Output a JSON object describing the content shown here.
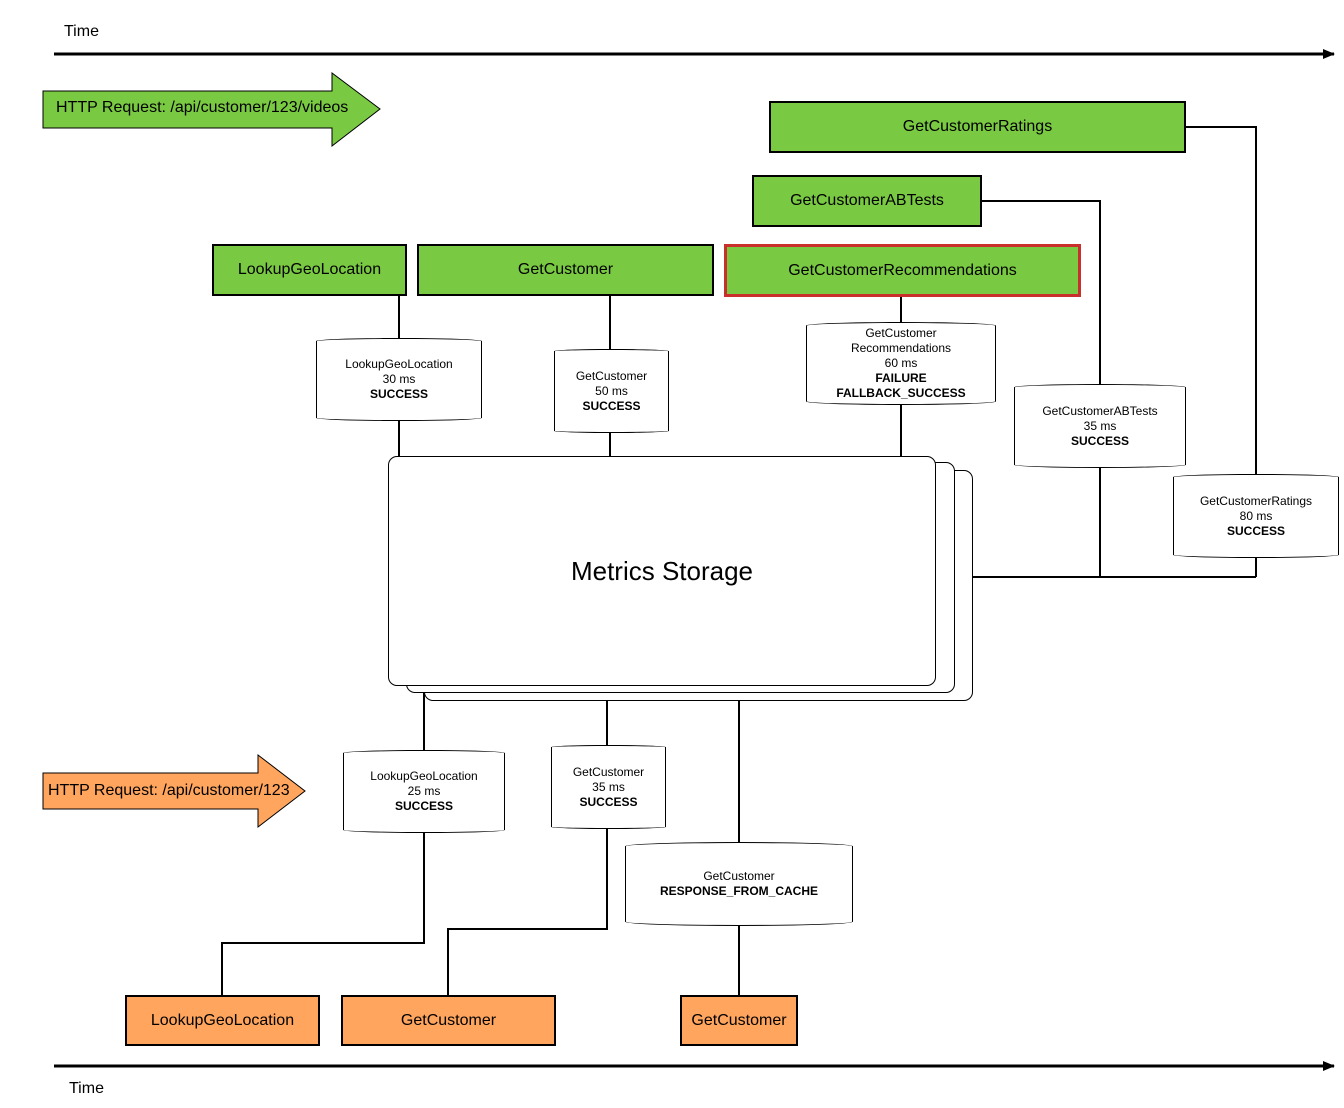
{
  "timeline": {
    "top_label": "Time",
    "bottom_label": "Time"
  },
  "colors": {
    "success_fill": "#7ac943",
    "fallback_fill": "#ffa55e",
    "failure_border": "#c9302c"
  },
  "request_top": {
    "label": "HTTP Request: /api/customer/123/videos",
    "commands": {
      "lookup_geo": "LookupGeoLocation",
      "get_customer": "GetCustomer",
      "get_recommendations": "GetCustomerRecommendations",
      "get_abtests": "GetCustomerABTests",
      "get_ratings": "GetCustomerRatings"
    },
    "metrics": {
      "lookup_geo": {
        "name": "LookupGeoLocation",
        "latency": "30 ms",
        "status": "SUCCESS"
      },
      "get_customer": {
        "name": "GetCustomer",
        "latency": "50 ms",
        "status": "SUCCESS"
      },
      "get_recommendations": {
        "name_line1": "GetCustomer",
        "name_line2": "Recommendations",
        "latency": "60 ms",
        "status": "FAILURE",
        "status2": "FALLBACK_SUCCESS"
      },
      "get_abtests": {
        "name": "GetCustomerABTests",
        "latency": "35 ms",
        "status": "SUCCESS"
      },
      "get_ratings": {
        "name": "GetCustomerRatings",
        "latency": "80 ms",
        "status": "SUCCESS"
      }
    }
  },
  "storage": {
    "label": "Metrics Storage"
  },
  "request_bottom": {
    "label": "HTTP Request: /api/customer/123",
    "commands": {
      "lookup_geo": "LookupGeoLocation",
      "get_customer": "GetCustomer",
      "get_customer_cached": "GetCustomer"
    },
    "metrics": {
      "lookup_geo": {
        "name": "LookupGeoLocation",
        "latency": "25 ms",
        "status": "SUCCESS"
      },
      "get_customer": {
        "name": "GetCustomer",
        "latency": "35 ms",
        "status": "SUCCESS"
      },
      "get_customer_cached": {
        "name": "GetCustomer",
        "status": "RESPONSE_FROM_CACHE"
      }
    }
  }
}
